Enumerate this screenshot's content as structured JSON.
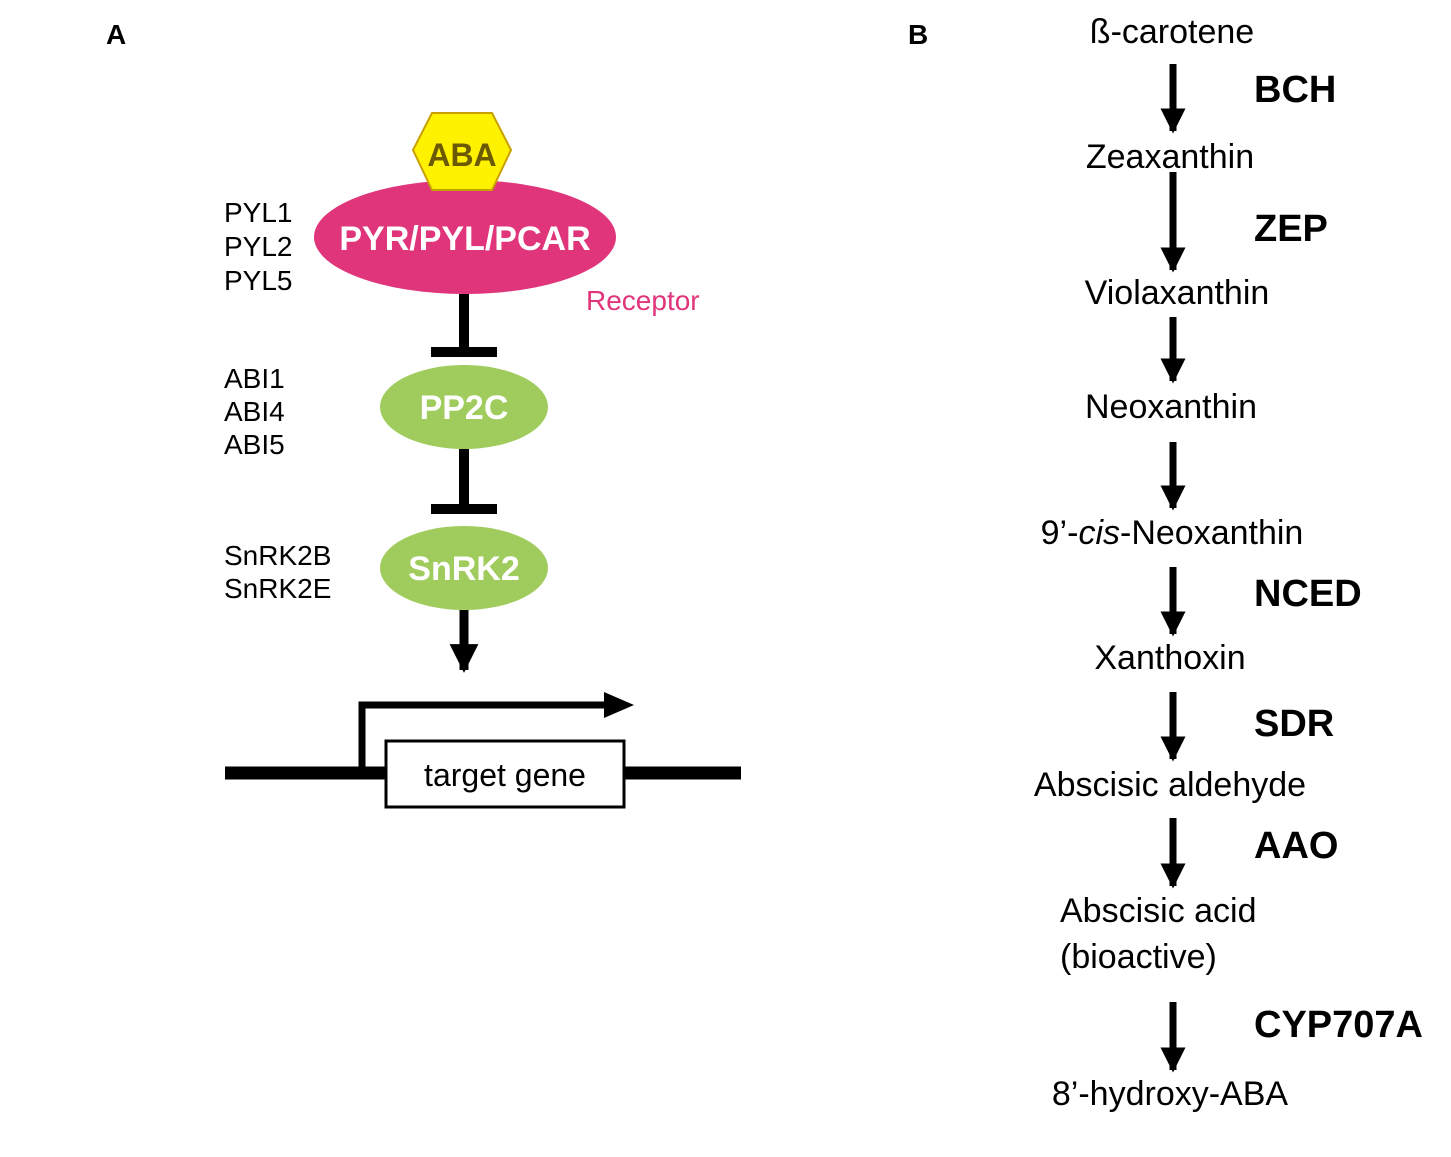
{
  "colors": {
    "ink": "#000000",
    "receptor": "#e0357a",
    "aba_fill": "#fff200",
    "aba_stroke": "#c8a000",
    "aba_text": "#6b5a00",
    "kinase": "#9fcc5c"
  },
  "panel_a": {
    "label": "A",
    "aba": "ABA",
    "receptor_node": "PYR/PYL/PCAR",
    "receptor_label": "Receptor",
    "receptor_genes": [
      "PYL1",
      "PYL2",
      "PYL5"
    ],
    "pp2c_node": "PP2C",
    "pp2c_genes": [
      "ABI1",
      "ABI4",
      "ABI5"
    ],
    "snrk2_node": "SnRK2",
    "snrk2_genes": [
      "SnRK2B",
      "SnRK2E"
    ],
    "target_gene": "target gene"
  },
  "panel_b": {
    "label": "B",
    "metabolites": {
      "beta_carotene": "ß-carotene",
      "zeaxanthin": "Zeaxanthin",
      "violaxanthin": "Violaxanthin",
      "neoxanthin": "Neoxanthin",
      "cis_neoxanthin_prefix": "9’-",
      "cis_neoxanthin_italic": "cis",
      "cis_neoxanthin_suffix": "-Neoxanthin",
      "xanthoxin": "Xanthoxin",
      "abscisic_aldehyde": "Abscisic aldehyde",
      "abscisic_acid": "Abscisic acid",
      "abscisic_acid_note": "(bioactive)",
      "hydroxy_aba": "8’-hydroxy-ABA"
    },
    "enzymes": {
      "bch": "BCH",
      "zep": "ZEP",
      "nced": "NCED",
      "sdr": "SDR",
      "aao": "AAO",
      "cyp707a": "CYP707A"
    }
  }
}
